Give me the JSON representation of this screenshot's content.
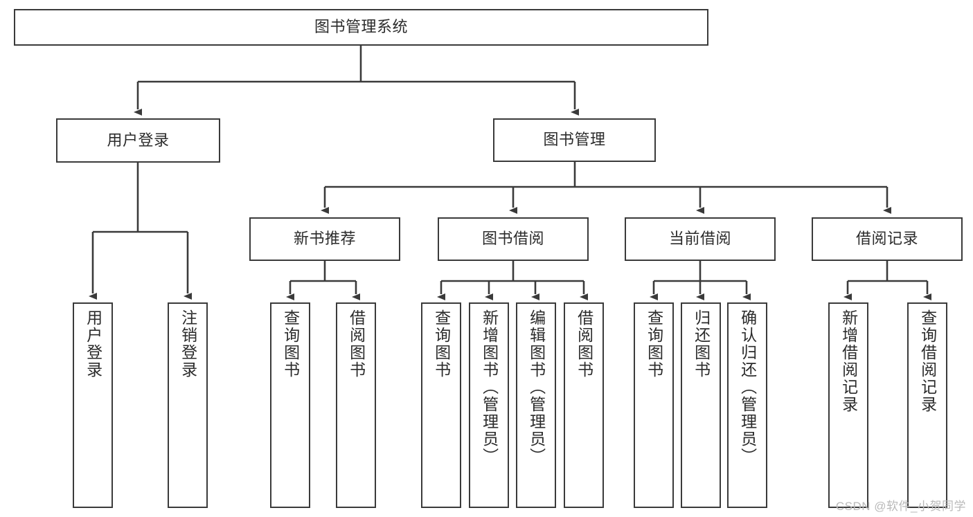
{
  "diagram": {
    "title": "图书管理系统",
    "root": {
      "label": "图书管理系统"
    },
    "level1": [
      {
        "label": "用户登录"
      },
      {
        "label": "图书管理"
      }
    ],
    "level2": [
      {
        "label": "新书推荐"
      },
      {
        "label": "图书借阅"
      },
      {
        "label": "当前借阅"
      },
      {
        "label": "借阅记录"
      }
    ],
    "leaves": {
      "user_login": [
        {
          "label": "用户登录"
        },
        {
          "label": "注销登录"
        }
      ],
      "new_book_recommend": [
        {
          "label": "查询图书"
        },
        {
          "label": "借阅图书"
        }
      ],
      "book_borrow": [
        {
          "label": "查询图书"
        },
        {
          "label": "新增图书（管理员）"
        },
        {
          "label": "编辑图书（管理员）"
        },
        {
          "label": "借阅图书"
        }
      ],
      "current_borrow": [
        {
          "label": "查询图书"
        },
        {
          "label": "归还图书"
        },
        {
          "label": "确认归还（管理员）"
        }
      ],
      "borrow_record": [
        {
          "label": "新增借阅记录"
        },
        {
          "label": "查询借阅记录"
        }
      ]
    }
  },
  "watermark": {
    "text": "CSDN @软件_小贺同学"
  },
  "colors": {
    "border": "#3a3a3a",
    "text": "#2b2b2b",
    "background": "#ffffff",
    "watermark": "#b9b9b9"
  }
}
